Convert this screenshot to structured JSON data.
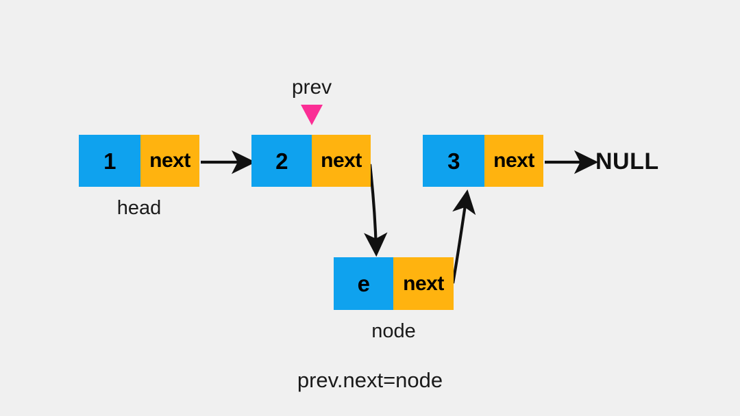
{
  "diagram": {
    "title_caption": "prev.next=node",
    "background_color": "#f0f0f0",
    "value_cell_color": "#0fa2ee",
    "next_cell_color": "#ffb30f",
    "pointer_marker_color": "#fb2e95",
    "arrow_color": "#111111",
    "nodes": [
      {
        "id": "node1",
        "value": "1",
        "next_label": "next",
        "caption": "head"
      },
      {
        "id": "node2",
        "value": "2",
        "next_label": "next",
        "caption": ""
      },
      {
        "id": "node3",
        "value": "3",
        "next_label": "next",
        "caption": ""
      },
      {
        "id": "nodeE",
        "value": "e",
        "next_label": "next",
        "caption": "node"
      }
    ],
    "pointers": [
      {
        "name": "prev",
        "label": "prev",
        "target": "node2",
        "marker": "down-triangle"
      }
    ],
    "terminator": "NULL"
  }
}
